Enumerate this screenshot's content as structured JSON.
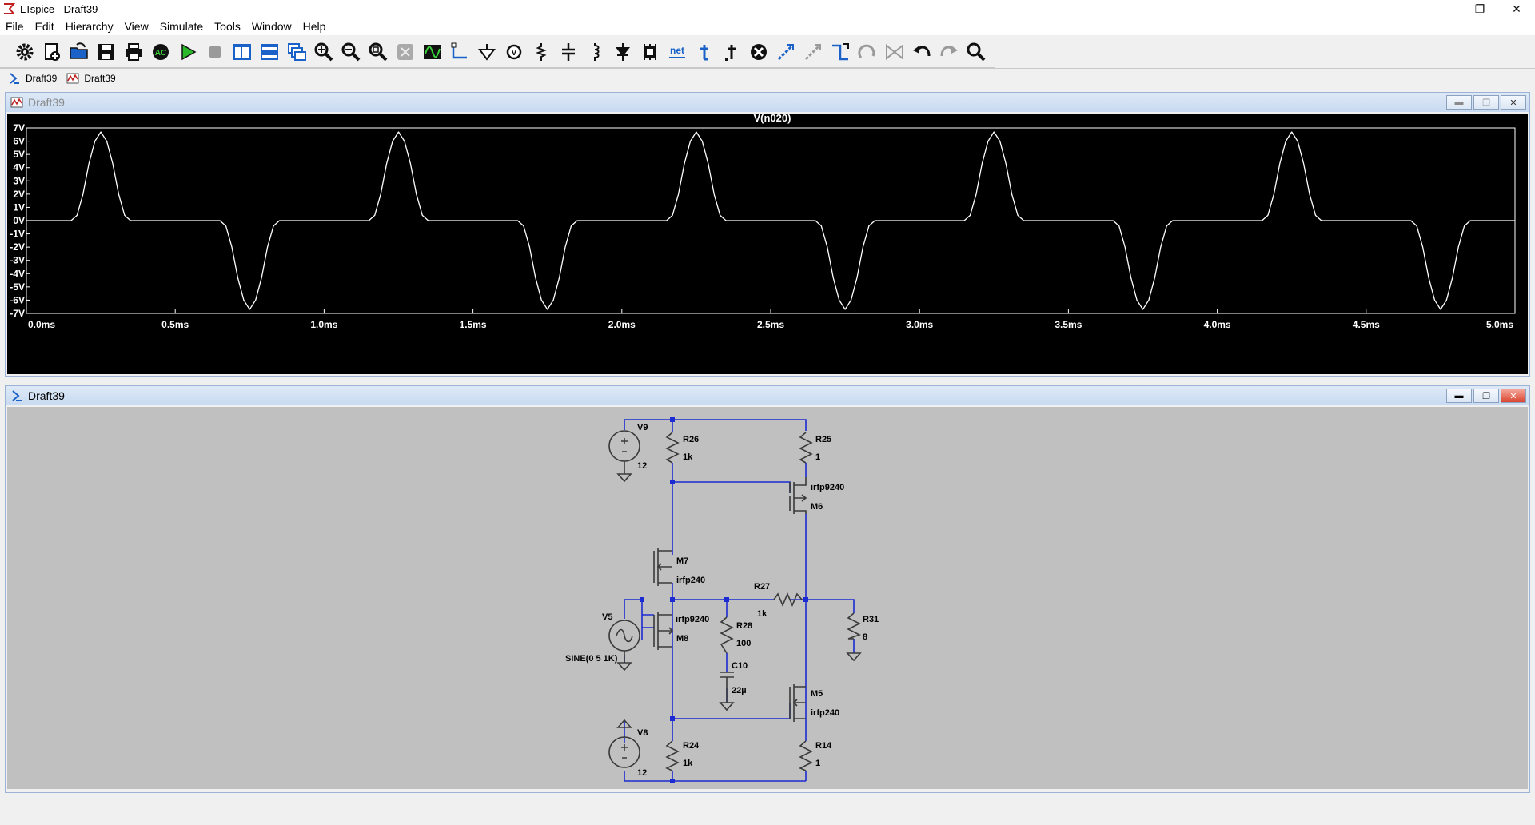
{
  "window": {
    "title": "LTspice - Draft39"
  },
  "menu": [
    "File",
    "Edit",
    "Hierarchy",
    "View",
    "Simulate",
    "Tools",
    "Window",
    "Help"
  ],
  "toolbar": {
    "icons": [
      "settings-gear-icon",
      "new-schematic-icon",
      "open-icon",
      "save-icon",
      "print-icon",
      "control-panel-icon",
      "run-icon",
      "halt-icon",
      "tile-vertical-icon",
      "tile-horizontal-icon",
      "cascade-icon",
      "zoom-in-icon",
      "zoom-out-icon",
      "zoom-fit-icon",
      "zoom-full-icon",
      "autorange-icon",
      "draw-wire-icon",
      "ground-icon",
      "voltage-source-icon",
      "resistor-icon",
      "capacitor-icon",
      "inductor-icon",
      "diode-icon",
      "component-icon",
      "label-net-icon",
      "text-icon",
      "spice-directive-icon",
      "delete-icon",
      "duplicate-icon",
      "move-icon",
      "drag-icon",
      "rotate-icon",
      "mirror-icon",
      "undo-icon",
      "redo-icon",
      "find-icon"
    ],
    "net_label": "net"
  },
  "tabs": [
    {
      "label": "Draft39",
      "kind": "schematic"
    },
    {
      "label": "Draft39",
      "kind": "waveform"
    }
  ],
  "waveform_window": {
    "title": "Draft39",
    "trace_name": "V(n020)"
  },
  "schematic_window": {
    "title": "Draft39",
    "labels": {
      "v9": "V9",
      "v9_val": "12",
      "v8": "V8",
      "v8_val": "12",
      "v5": "V5",
      "v5_val": "SINE(0 5 1K)",
      "r26": "R26",
      "r26_val": "1k",
      "r25": "R25",
      "r25_val": "1",
      "r24": "R24",
      "r24_val": "1k",
      "r14": "R14",
      "r14_val": "1",
      "r27": "R27",
      "r27_val": "1k",
      "r28": "R28",
      "r28_val": "100",
      "r31": "R31",
      "r31_val": "8",
      "c10": "C10",
      "c10_val": "22µ",
      "m6": "M6",
      "m6_model": "irfp9240",
      "m7": "M7",
      "m7_model": "irfp240",
      "m8": "M8",
      "m8_model": "irfp9240",
      "m5": "M5",
      "m5_model": "irfp240"
    }
  },
  "chart_data": {
    "type": "line",
    "title": "V(n020)",
    "xlabel": "",
    "ylabel": "",
    "xlim": [
      0,
      5.0
    ],
    "ylim": [
      -7,
      7
    ],
    "x_unit": "ms",
    "y_unit": "V",
    "x_ticks": [
      "0.0ms",
      "0.5ms",
      "1.0ms",
      "1.5ms",
      "2.0ms",
      "2.5ms",
      "3.0ms",
      "3.5ms",
      "4.0ms",
      "4.5ms",
      "5.0ms"
    ],
    "y_ticks": [
      "7V",
      "6V",
      "5V",
      "4V",
      "3V",
      "2V",
      "1V",
      "0V",
      "-1V",
      "-2V",
      "-3V",
      "-4V",
      "-5V",
      "-6V",
      "-7V"
    ],
    "series": [
      {
        "color": "#ffffff",
        "period_ms": 1.0,
        "amplitude_v": 6.7,
        "dead_band_v": 2.9,
        "source_amplitude_v": 5,
        "points_per_period": [
          [
            0.0,
            0.0
          ],
          [
            0.15,
            0.0
          ],
          [
            0.17,
            0.4
          ],
          [
            0.19,
            2.0
          ],
          [
            0.21,
            4.3
          ],
          [
            0.23,
            6.0
          ],
          [
            0.25,
            6.7
          ],
          [
            0.27,
            6.0
          ],
          [
            0.29,
            4.3
          ],
          [
            0.31,
            2.0
          ],
          [
            0.33,
            0.4
          ],
          [
            0.35,
            0.0
          ],
          [
            0.65,
            0.0
          ],
          [
            0.67,
            -0.4
          ],
          [
            0.69,
            -2.0
          ],
          [
            0.71,
            -4.3
          ],
          [
            0.73,
            -6.0
          ],
          [
            0.75,
            -6.7
          ],
          [
            0.77,
            -6.0
          ],
          [
            0.79,
            -4.3
          ],
          [
            0.81,
            -2.0
          ],
          [
            0.83,
            -0.4
          ],
          [
            0.85,
            0.0
          ],
          [
            1.0,
            0.0
          ]
        ]
      }
    ],
    "grid": false,
    "background": "#000000",
    "axis_color": "#ffffff"
  },
  "colors": {
    "mdi_title_gradient_top": "#dde9f7",
    "schematic_bg": "#c0c0c0",
    "wire": "#1c2ad1",
    "component": "#5a5a5a"
  }
}
